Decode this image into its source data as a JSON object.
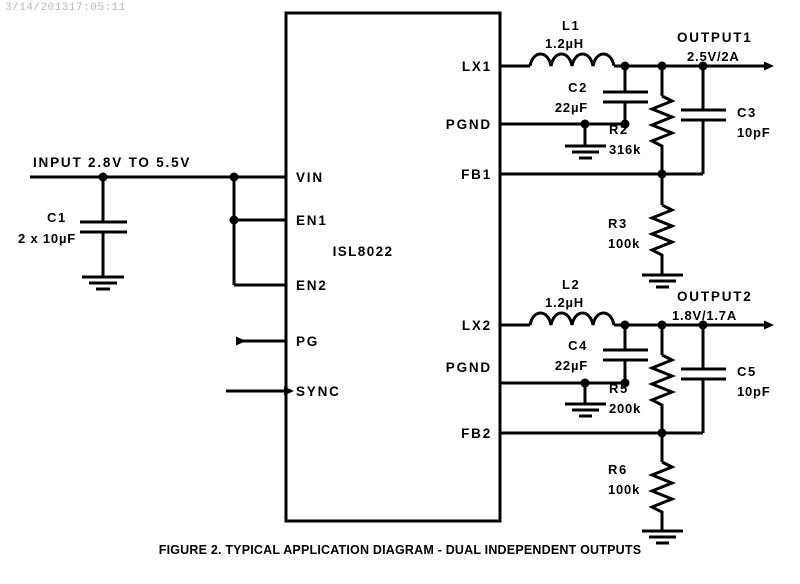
{
  "meta": {
    "timestamp": "3/14/201317:05:11"
  },
  "caption": "FIGURE 2.  TYPICAL APPLICATION DIAGRAM - DUAL INDEPENDENT OUTPUTS",
  "ic": {
    "name": "ISL8022",
    "pins_left": [
      {
        "id": "vin",
        "label": "VIN"
      },
      {
        "id": "en1",
        "label": "EN1"
      },
      {
        "id": "en2",
        "label": "EN2"
      },
      {
        "id": "pg",
        "label": "PG"
      },
      {
        "id": "sync",
        "label": "SYNC"
      }
    ],
    "pins_right": [
      {
        "id": "lx1",
        "label": "LX1"
      },
      {
        "id": "pgnd1",
        "label": "PGND"
      },
      {
        "id": "fb1",
        "label": "FB1"
      },
      {
        "id": "lx2",
        "label": "LX2"
      },
      {
        "id": "pgnd2",
        "label": "PGND"
      },
      {
        "id": "fb2",
        "label": "FB2"
      }
    ]
  },
  "input": {
    "rail_label": "INPUT  2.8V TO 5.5V",
    "cap_ref": "C1",
    "cap_value": "2 x 10µF"
  },
  "channel1": {
    "inductor_ref": "L1",
    "inductor_value": "1.2µH",
    "cap_out_ref": "C2",
    "cap_out_value": "22µF",
    "rtop_ref": "R2",
    "rtop_value": "316k",
    "rbot_ref": "R3",
    "rbot_value": "100k",
    "cap_ff_ref": "C3",
    "cap_ff_value": "10pF",
    "output_label": "OUTPUT1",
    "output_value": "2.5V/2A"
  },
  "channel2": {
    "inductor_ref": "L2",
    "inductor_value": "1.2µH",
    "cap_out_ref": "C4",
    "cap_out_value": "22µF",
    "rtop_ref": "R5",
    "rtop_value": "200k",
    "rbot_ref": "R6",
    "rbot_value": "100k",
    "cap_ff_ref": "C5",
    "cap_ff_value": "10pF",
    "output_label": "OUTPUT2",
    "output_value": "1.8V/1.7A"
  },
  "colors": {
    "wire": "#000000",
    "background": "#ffffff",
    "timestamp": "#b9b9b9"
  }
}
